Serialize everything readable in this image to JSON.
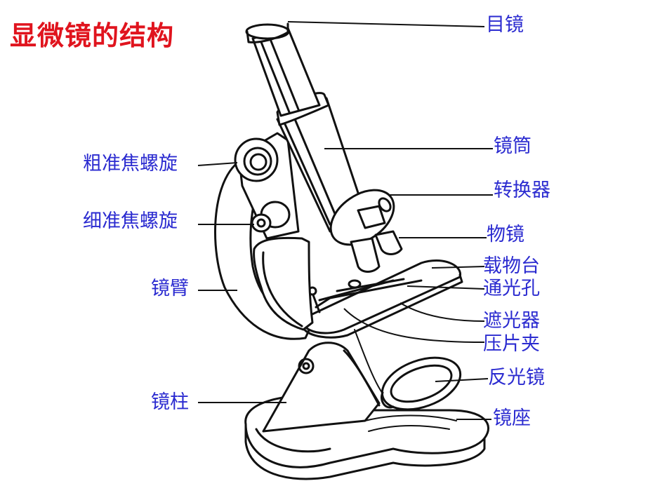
{
  "title": "显微镜的结构",
  "colors": {
    "title": "#e0141e",
    "label": "#2b2bd0",
    "line": "#111111"
  },
  "labels": {
    "eyepiece": "目镜",
    "tube": "镜筒",
    "nosepiece": "转换器",
    "objective": "物镜",
    "stage": "载物台",
    "stage_hole": "通光孔",
    "diaphragm": "遮光器",
    "clip": "压片夹",
    "mirror": "反光镜",
    "base": "镜座",
    "coarse_focus": "粗准焦螺旋",
    "fine_focus": "细准焦螺旋",
    "arm": "镜臂",
    "pillar": "镜柱"
  }
}
